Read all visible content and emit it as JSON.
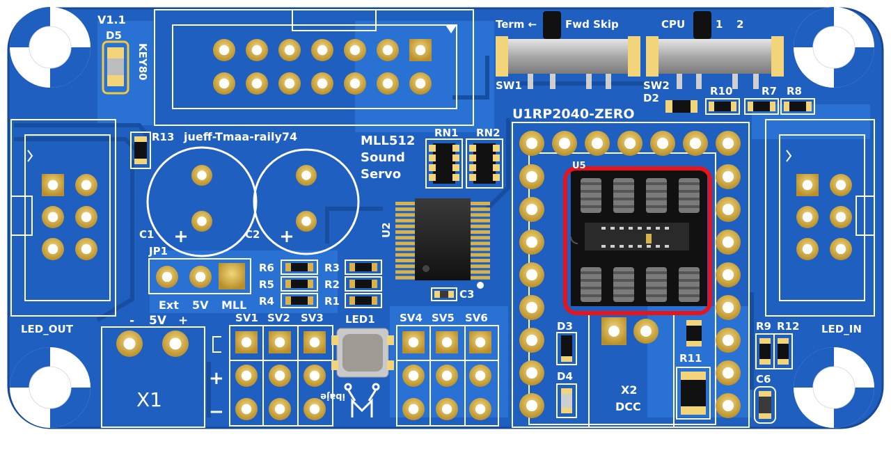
{
  "board": {
    "version": "V1.1",
    "key_label": "KEY80",
    "credits": "jueff-Tmaa-raily74",
    "title_line1": "MLL512",
    "title_line2": "Sound",
    "title_line3": "Servo",
    "mcu_label": "U1RP2040-ZERO",
    "u5_label": "U5",
    "u2_label": "U2"
  },
  "switches": {
    "sw1_left": "Term ←",
    "sw1_right": "Fwd Skip",
    "sw2_left": "CPU",
    "sw2_pos1": "1",
    "sw2_pos2": "2",
    "sw1_label": "SW1",
    "sw2_label": "SW2"
  },
  "refdes": {
    "d5": "D5",
    "d2": "D2",
    "d3": "D3",
    "d4": "D4",
    "r13": "R13",
    "r10": "R10",
    "r7": "R7",
    "r8": "R8",
    "rn1": "RN1",
    "rn2": "RN2",
    "c1": "C1",
    "c2": "C2",
    "c3": "C3",
    "c6": "C6",
    "jp1": "JP1",
    "r6": "R6",
    "r5": "R5",
    "r4": "R4",
    "r3": "R3",
    "r2": "R2",
    "r1": "R1",
    "r9": "R9",
    "r12": "R12",
    "r11": "R11",
    "led1": "LED1",
    "x1": "X1",
    "x2": "X2"
  },
  "jumper": {
    "ext": "Ext",
    "v5": "5V",
    "mll": "MLL"
  },
  "power": {
    "minus": "-",
    "volt": "5V",
    "plus": "+"
  },
  "servo": {
    "sv1": "SV1",
    "sv2": "SV2",
    "sv3": "SV3",
    "sv4": "SV4",
    "sv5": "SV5",
    "sv6": "SV6",
    "plus": "+",
    "minus": "−"
  },
  "connectors": {
    "led_out": "LED_OUT",
    "led_in": "LED_IN",
    "dcc": "DCC"
  },
  "logo_text": "ibaje",
  "colors": {
    "board": "#1f5fbf",
    "copper": "#2b73d6",
    "silk": "#ffffff",
    "pad": "#d8b24a",
    "highlight": "#e8141b"
  }
}
